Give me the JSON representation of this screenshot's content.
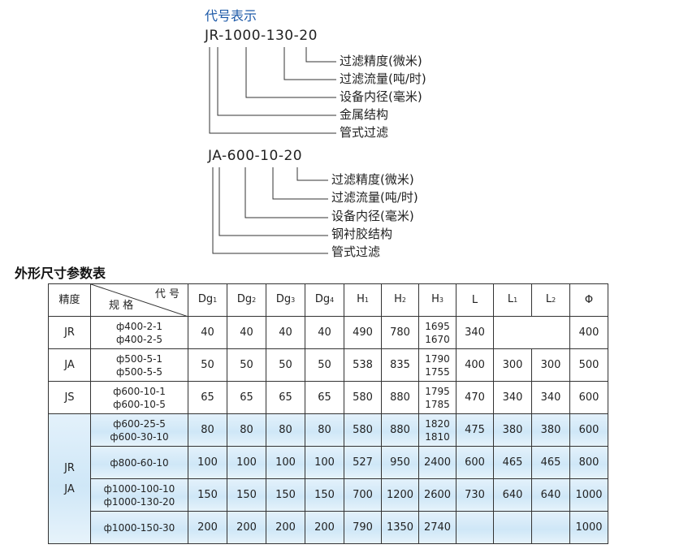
{
  "code_section": {
    "title": "代号表示",
    "jr": {
      "code": "JR-1000-130-20",
      "items": [
        "过滤精度(微米)",
        "过滤流量(吨/时)",
        "设备内径(毫米)",
        "金属结构",
        "管式过滤"
      ]
    },
    "ja": {
      "code": "JA-600-10-20",
      "items": [
        "过滤精度(微米)",
        "过滤流量(吨/时)",
        "设备内径(毫米)",
        "钢衬胶结构",
        "管式过滤"
      ]
    }
  },
  "table_section": {
    "title": "外形尺寸参数表",
    "header": {
      "precision": "精度",
      "code": "代 号",
      "spec": "规 格",
      "columns": [
        {
          "main": "Dg",
          "sub": "1"
        },
        {
          "main": "Dg",
          "sub": "2"
        },
        {
          "main": "Dg",
          "sub": "3"
        },
        {
          "main": "Dg",
          "sub": "4"
        },
        {
          "main": "H",
          "sub": "1"
        },
        {
          "main": "H",
          "sub": "2"
        },
        {
          "main": "H",
          "sub": "3"
        },
        {
          "main": "L",
          "sub": ""
        },
        {
          "main": "L",
          "sub": "1"
        },
        {
          "main": "L",
          "sub": "2"
        },
        {
          "main": "Φ",
          "sub": ""
        }
      ]
    },
    "groups": [
      "JR",
      "JA",
      "JS",
      "JR\nJA"
    ],
    "rows": [
      {
        "spec": [
          "ф400-2-1",
          "ф400-2-5"
        ],
        "values": [
          "40",
          "40",
          "40",
          "40",
          "490",
          "780",
          "1695\n1670",
          "340",
          "",
          "400"
        ]
      },
      {
        "spec": [
          "ф500-5-1",
          "ф500-5-5"
        ],
        "values": [
          "50",
          "50",
          "50",
          "50",
          "538",
          "835",
          "1790\n1755",
          "400",
          "300",
          "300",
          "500"
        ]
      },
      {
        "spec": [
          "ф600-10-1",
          "ф600-10-5"
        ],
        "values": [
          "65",
          "65",
          "65",
          "65",
          "580",
          "880",
          "1795\n1785",
          "470",
          "340",
          "340",
          "600"
        ]
      },
      {
        "spec": [
          "ф600-25-5",
          "ф600-30-10"
        ],
        "values": [
          "80",
          "80",
          "80",
          "80",
          "580",
          "880",
          "1820\n1810",
          "475",
          "380",
          "380",
          "600"
        ]
      },
      {
        "spec": [
          "ф800-60-10"
        ],
        "values": [
          "100",
          "100",
          "100",
          "100",
          "527",
          "950",
          "2400",
          "600",
          "465",
          "465",
          "800"
        ]
      },
      {
        "spec": [
          "ф1000-100-10",
          "ф1000-130-20"
        ],
        "values": [
          "150",
          "150",
          "150",
          "150",
          "700",
          "1200",
          "2600",
          "730",
          "640",
          "640",
          "1000"
        ]
      },
      {
        "spec": [
          "ф1000-150-30"
        ],
        "values": [
          "200",
          "200",
          "200",
          "200",
          "790",
          "1350",
          "2740",
          "",
          "",
          "",
          "1000"
        ]
      }
    ]
  }
}
